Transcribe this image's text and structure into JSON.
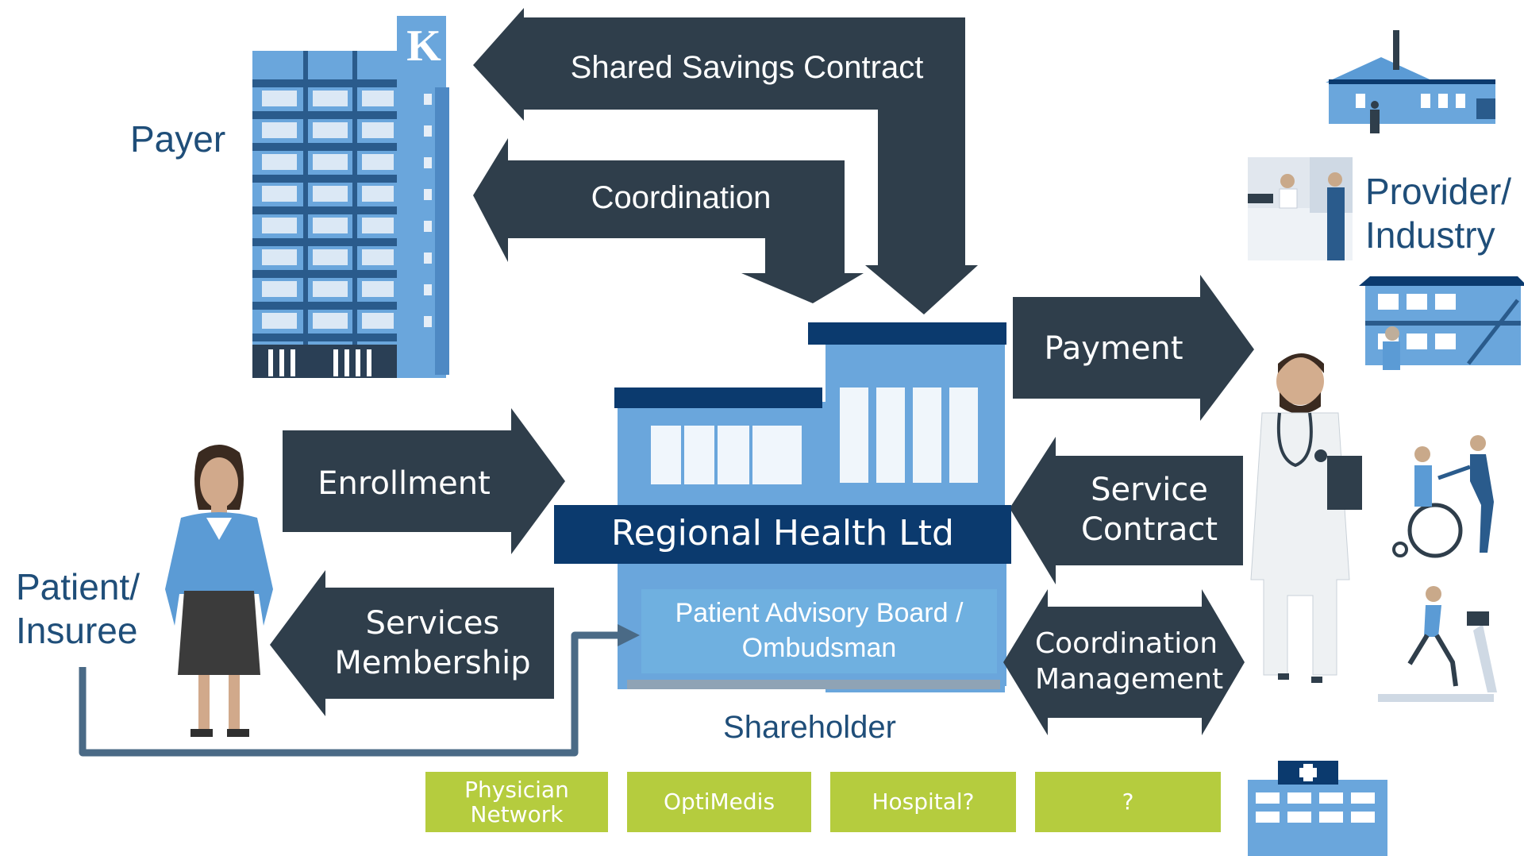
{
  "actors": {
    "payer": "Payer",
    "provider_line1": "Provider/",
    "provider_line2": "Industry",
    "patient_line1": "Patient/",
    "patient_line2": "Insuree"
  },
  "flows": {
    "shared_savings": "Shared Savings Contract",
    "coordination": "Coordination",
    "payment": "Payment",
    "enrollment": "Enrollment",
    "service_contract_line1": "Service",
    "service_contract_line2": "Contract",
    "services_membership_line1": "Services",
    "services_membership_line2": "Membership",
    "coordination_mgmt_line1": "Coordination",
    "coordination_mgmt_line2": "Management"
  },
  "center": {
    "name": "Regional Health Ltd",
    "advisory_line1": "Patient Advisory Board /",
    "advisory_line2": "Ombudsman",
    "shareholder_label": "Shareholder"
  },
  "payer_logo_letter": "K",
  "shareholders": [
    {
      "line1": "Physician",
      "line2": "Network"
    },
    {
      "line1": "OptiMedis",
      "line2": ""
    },
    {
      "line1": "Hospital?",
      "line2": ""
    },
    {
      "line1": "?",
      "line2": ""
    }
  ],
  "colors": {
    "arrow": "#2f3e4b",
    "building_blue": "#5b9bd5",
    "navy": "#0b3a6e",
    "advisory": "#6fb0e0",
    "green": "#b5cc3e",
    "text_blue": "#1f4e79"
  }
}
